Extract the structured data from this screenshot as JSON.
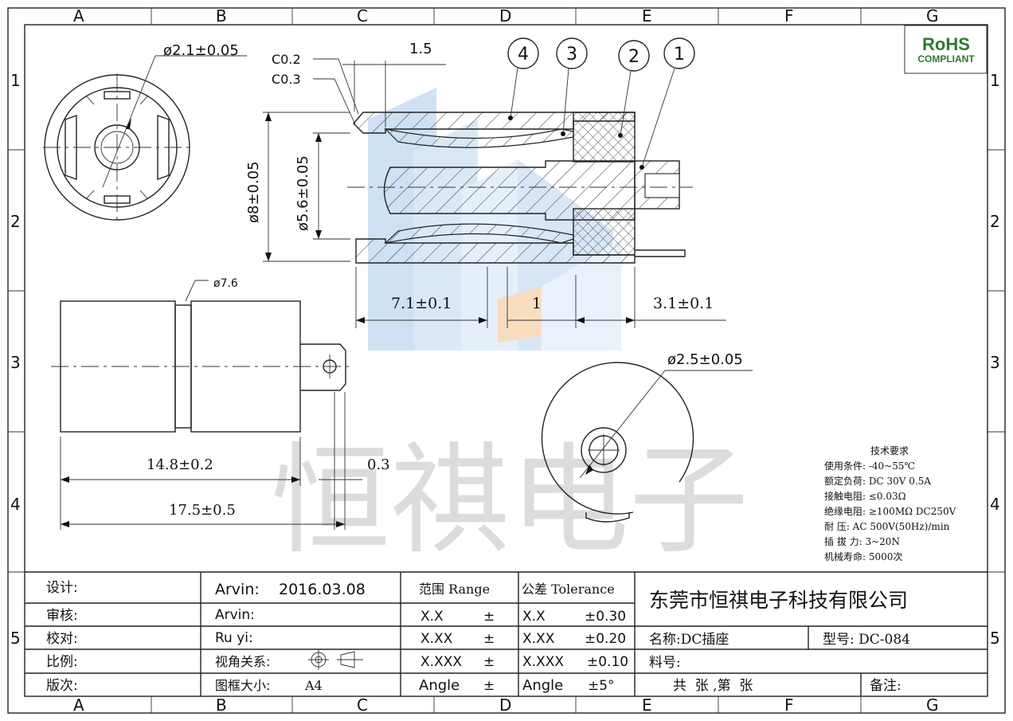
{
  "columns": [
    "A",
    "B",
    "C",
    "D",
    "E",
    "F",
    "G"
  ],
  "rows": [
    "1",
    "2",
    "3",
    "4",
    "5"
  ],
  "rohs": {
    "line1": "RoHS",
    "line2": "COMPLIANT"
  },
  "dims": {
    "d21": "ø2.1±0.05",
    "c02": "C0.2",
    "c03": "C0.3",
    "len15": "1.5",
    "d8": "ø8±0.05",
    "d56": "ø5.6±0.05",
    "len71": "7.1±0.1",
    "len1": "1",
    "len31": "3.1±0.1",
    "d76": "ø7.6",
    "d25": "ø2.5±0.05",
    "len148": "14.8±0.2",
    "len03": "0.3",
    "len175": "17.5±0.5"
  },
  "balloons": [
    "4",
    "3",
    "2",
    "1"
  ],
  "watermark": {
    "text": "恒祺电子"
  },
  "tech": {
    "title": "技术要求",
    "lines": [
      "使用条件: -40~55℃",
      "额定负荷: DC 30V 0.5A",
      "接触电阻: ≤0.03Ω",
      "绝缘电阻: ≥100MΩ DC250V",
      "耐    压: AC 500V(50Hz)/min",
      "插 拔 力: 3~20N",
      "机械寿命: 5000次"
    ]
  },
  "titleblock": {
    "design_label": "设计:",
    "review_label": "审核:",
    "check_label": "校对:",
    "scale_label": "比例:",
    "version_label": "版次:",
    "designer": "Arvin:",
    "design_date": "2016.03.08",
    "reviewer": "Arvin:",
    "checker": "Ru  yi:",
    "view_label": "视角关系:",
    "frame_label": "图框大小:",
    "frame_size": "A4",
    "range_header": "范围 Range",
    "tol_header": "公差 Tolerance",
    "range_rows": [
      [
        "X.X",
        "±"
      ],
      [
        "X.XX",
        "±"
      ],
      [
        "X.XXX",
        "±"
      ],
      [
        "Angle",
        "±"
      ]
    ],
    "tol_rows": [
      [
        "X.X",
        "±0.30"
      ],
      [
        "X.XX",
        "±0.20"
      ],
      [
        "X.XXX",
        "±0.10"
      ],
      [
        "Angle",
        "±5°"
      ]
    ],
    "company": "东莞市恒祺电子科技有限公司",
    "name_label": "名称:DC插座",
    "model_label": "型号: DC-084",
    "partno_label": "料号:",
    "sheets": "共  张 ,第  张",
    "remark_label": "备注:"
  }
}
